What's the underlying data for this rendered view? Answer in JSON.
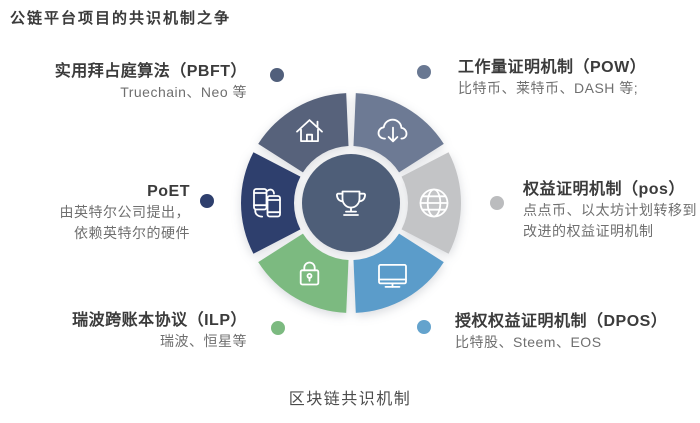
{
  "page": {
    "title": "公链平台项目的共识机制之争",
    "caption": "区块链共识机制"
  },
  "labels": {
    "pbft": {
      "title": "实用拜占庭算法（PBFT）",
      "line1": "Truechain、Neo 等",
      "dot_color": "#515f7b"
    },
    "pow": {
      "title": "工作量证明机制（POW）",
      "line1": "比特币、莱特币、DASH 等;",
      "dot_color": "#697892"
    },
    "poet": {
      "title": "PoET",
      "line1": "由英特尔公司提出，",
      "line2": "依赖英特尔的硬件",
      "dot_color": "#2e3f6d"
    },
    "pos": {
      "title": "权益证明机制（pos）",
      "line1": "点点币、以太坊计划转移到",
      "line2": "改进的权益证明机制",
      "dot_color": "#bbbcbe"
    },
    "ilp": {
      "title": "瑞波跨账本协议（ILP）",
      "line1": "瑞波、恒星等",
      "dot_color": "#7cba80"
    },
    "dpos": {
      "title": "授权权益证明机制（DPOS）",
      "line1": "比特股、Steem、EOS",
      "dot_color": "#64a3cd"
    }
  },
  "wheel": {
    "center": {
      "color": "#4e5e78",
      "icon": "trophy-icon"
    },
    "segments": {
      "house": {
        "color": "#57627b",
        "icon": "house-icon"
      },
      "cloud": {
        "color": "#6d7a94",
        "icon": "cloud-download-icon"
      },
      "globe": {
        "color": "#c3c4c6",
        "icon": "globe-icon"
      },
      "monitor": {
        "color": "#5b9cca",
        "icon": "monitor-icon"
      },
      "lock": {
        "color": "#7cba80",
        "icon": "lock-icon"
      },
      "phones": {
        "color": "#2e3f6d",
        "icon": "smartphones-icon"
      }
    }
  }
}
